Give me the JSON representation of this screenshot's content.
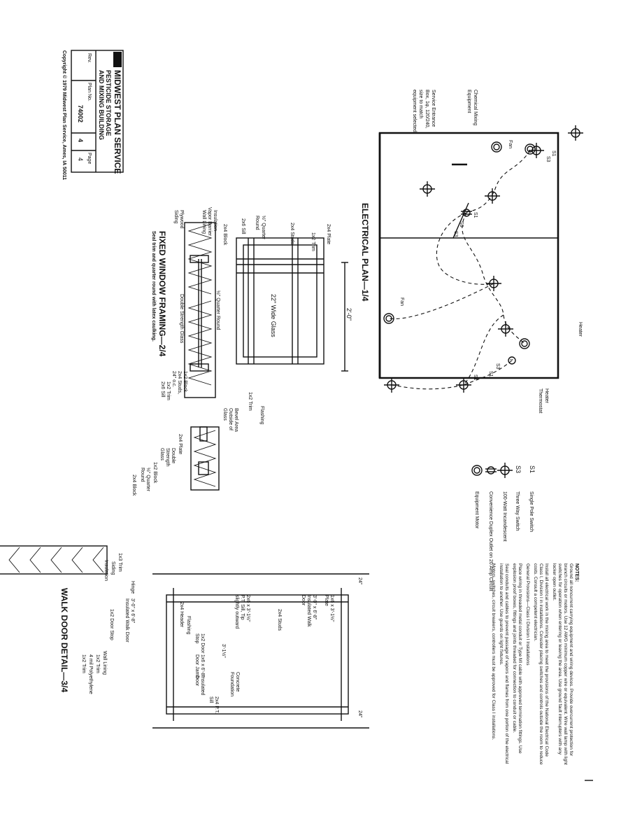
{
  "title_block": {
    "company": "MIDWEST PLAN SERVICE",
    "subtitle_1": "PESTICIDE STORAGE",
    "subtitle_2": "AND MIXING BUILDING",
    "rev_label": "Rev.",
    "plan_no_label": "Plan No.",
    "plan_no": "74002",
    "sheet": "4",
    "page_label": "Page",
    "page": "4",
    "copyright": "Copyright © 1979 Midwest Plan Service, Ames, IA 50011"
  },
  "electrical_plan": {
    "title": "ELECTRICAL PLAN—1/4",
    "service_entrance": [
      "Service Entrance",
      "Box, 1φ, 120/240,",
      "size to match",
      "equipment selected"
    ],
    "chemical_mixing": [
      "Chemical Mixing",
      "Equipment"
    ],
    "fan_1": "Fan",
    "fan_2": "Fan",
    "heater": "Heater",
    "heater_thermostat": [
      "Heater",
      "Thermostat"
    ],
    "switch_labels": [
      "S1",
      "S3",
      "S1",
      "S3",
      "S3",
      "S1",
      "S3",
      "S1"
    ],
    "motor_symbol": "m",
    "thermostat_symbol": "t"
  },
  "legend": {
    "items": [
      {
        "symbol": "S1",
        "text": "Single Pole Switch"
      },
      {
        "symbol": "S3",
        "text": "Three Way Switch"
      },
      {
        "symbol": "lamp",
        "text": "100-Watt Incandescent"
      },
      {
        "symbol": "outlet",
        "text": "Convenience Duplex Outlet on 20 Amp Circuit"
      },
      {
        "symbol": "m",
        "text": "Equipment Motor"
      }
    ]
  },
  "notes": {
    "heading": "NOTES:",
    "paragraphs": [
      "Ground all noncurrent carrying equipment and wiring devices. Provide overcurrent protection for branch circuits or motors. Use 12 AWG minimum copper wire or equivalent. Wire wall lamp with light switches for operation when entering or leaving the area. Use ground fault interrupters with any locker open outlet.",
      "Install all electrical work in the mixing area to meet the provisions of the National Electrical Code Class I, Division I in installations. Consider placing switches and controls outside the room to reduce costs. Consult a competent electrician.",
      "General Provisions—Class I Division I Installations",
      "Place wiring in threaded metal conduit or Type MI cable with approved termination fittings. Use explosion proof boxes, fittings and joints threaded for connection to conduit or cable.",
      "Seal conduits and cables to prevent passage of vapors and flames from one portion of the electrical installation to another. Use guards on light fixtures.",
      "Motors, switches, circuit breakers, controllers must be approved for Class I installations."
    ]
  },
  "window_framing": {
    "title": "FIXED WINDOW FRAMING—2/4",
    "subtitle": "Seal trim and quarter round with latex caulking.",
    "labels": {
      "plate": "2x4 Plate",
      "trim": "1x2 Trim",
      "studs": "2x4 Studs",
      "quarter_round": [
        "½\" Quarter",
        "Round"
      ],
      "sill": "2x6 Sill",
      "block": "2x4 Block",
      "width": "2'-0\"",
      "glass": "22\" Wide Glass",
      "insulation": "Insulation",
      "vapor_barrier": "Vapor Barrier",
      "wall_lining": "Wall Lining",
      "plywood_siding": [
        "Plywood",
        "Siding"
      ],
      "double_strength_glass": "Double Strength Glass",
      "quarter_round_2": "½\" Quarter Round",
      "block_1x2": "1x2 Block",
      "studs_24": [
        "2x4 Studs,",
        "24\" o.c."
      ],
      "trim_1x2": "1x2 Trim",
      "sill_2x6": "2x6 Sill",
      "flashing": "Flashing",
      "trim_right": "1x2 Trim",
      "bevel": [
        "Bevel Area",
        "Outside of",
        "Glass"
      ],
      "plate_right": "2x4 Plate",
      "dsg_right": [
        "Double",
        "Strength",
        "Glass"
      ],
      "block_right": "1x2 Block",
      "qr_right": [
        "½\" Quarter",
        "Round"
      ],
      "block_2x4_right": "2x4 Block"
    }
  },
  "walk_door": {
    "title": "WALK DOOR DETAIL—3/4",
    "labels": {
      "dim_24_a": "24\"",
      "dim_24_b": "24\"",
      "plate": [
        "1x6 x 3'-1½\"",
        "Plate"
      ],
      "door": [
        "3'-0\" x 6'-8\"",
        "Insulated Walk",
        "Door"
      ],
      "studs": "2x4 Studs",
      "sill": [
        "2x6 x 3'-1½\"",
        "P.T. Sill, Tip",
        "slightly outward"
      ],
      "width": "3'-1½\"",
      "foundation": [
        "Concrete",
        "Foundation"
      ],
      "sill_pt": [
        "2x4 P.T.",
        "Sill"
      ],
      "insulated_door": [
        "Insulated",
        "Door"
      ],
      "door_jamb": [
        "1x6 x 6'-8\"",
        "Door Jamb"
      ],
      "door_stop": [
        "1x2 Door",
        "Stop"
      ],
      "flashing": "Flashing",
      "header": "2x4 Header",
      "trim_1x3": "1x3 Trim",
      "siding": "Siding",
      "insulation": "Insulation",
      "hinge": "Hinge",
      "walk_door_plan": [
        "3'-0\" x 6'-8\"",
        "Insulated Walk Door"
      ],
      "door_stop_plan": "1x2 Door Stop",
      "wall_lining": "Wall Lining",
      "trim_plan_1": "1x2 Trim",
      "poly": "4 mil Polyethylene",
      "trim_plan_2": "1x2 Trim"
    }
  }
}
